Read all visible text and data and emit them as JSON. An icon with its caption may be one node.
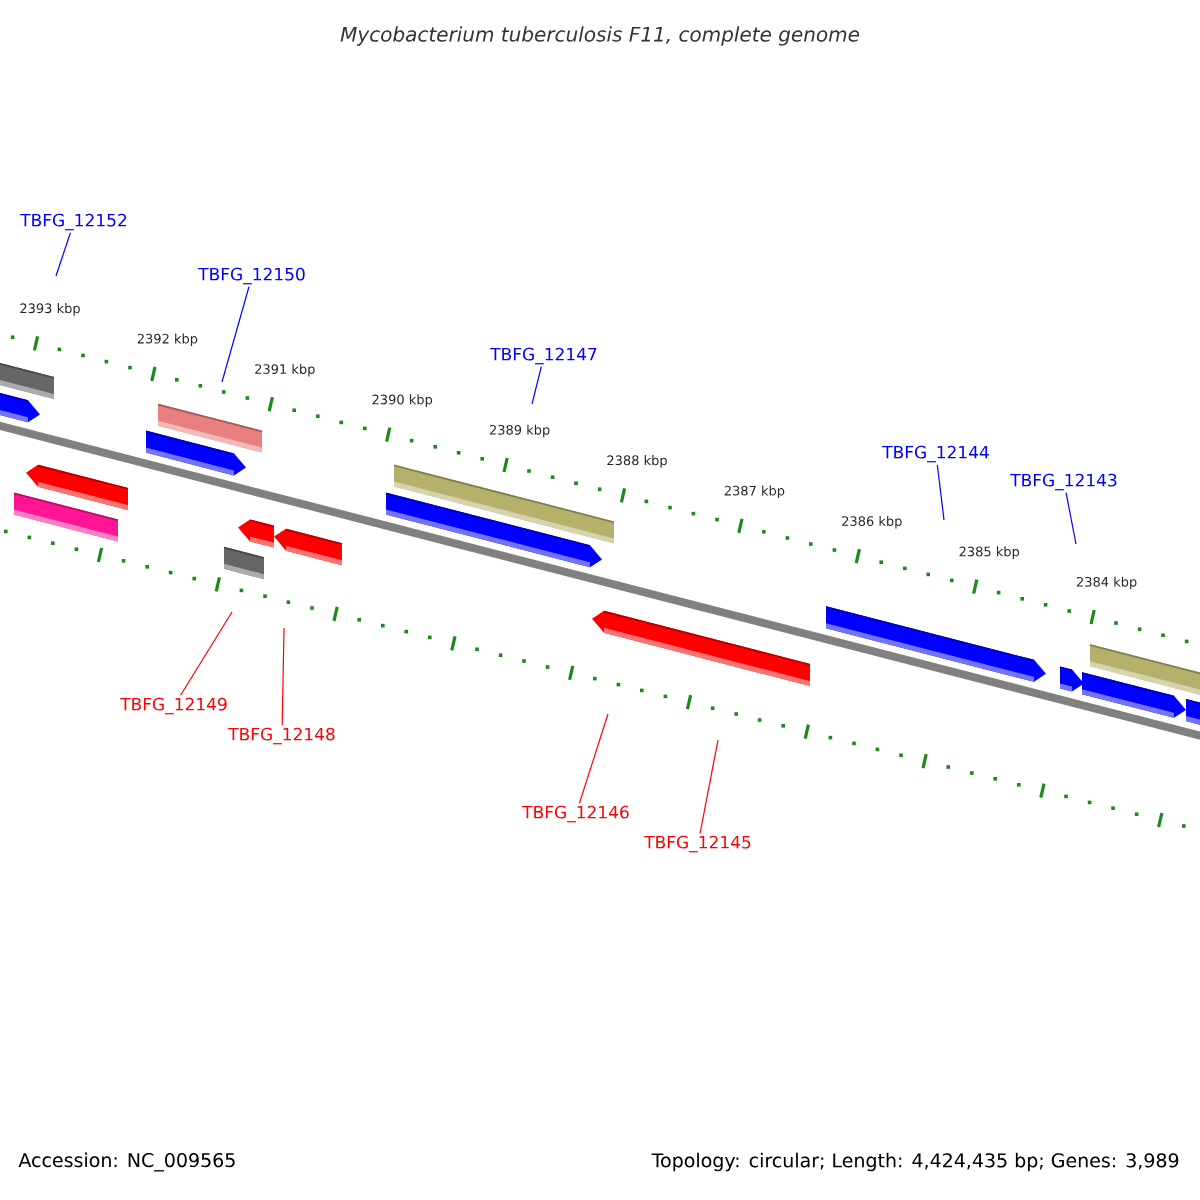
{
  "diagram": {
    "title": "Mycobacterium tuberculosis F11, complete genome",
    "nodes": [
      {
        "text": [
          "TBFG_12152"
        ]
      },
      {
        "text": [
          "TBFG_12150"
        ]
      },
      {
        "text": [
          "TBFG_12147"
        ]
      },
      {
        "text": [
          "TBFG_12144"
        ]
      },
      {
        "text": [
          "TBFG_12143"
        ]
      },
      {
        "text": [
          "TBFG_12149"
        ]
      },
      {
        "text": [
          "TBFG_12148"
        ]
      },
      {
        "text": [
          "TBFG_12146"
        ]
      },
      {
        "text": [
          "TBFG_12145"
        ]
      }
    ],
    "edges": [
      {
        "from": 0,
        "to": null,
        "arrow": "none"
      },
      {
        "from": 1,
        "to": null,
        "arrow": "none"
      },
      {
        "from": 2,
        "to": null,
        "arrow": "none"
      },
      {
        "from": 3,
        "to": null,
        "arrow": "none"
      },
      {
        "from": 4,
        "to": null,
        "arrow": "none"
      },
      {
        "from": 5,
        "to": null,
        "arrow": "none",
        "color": "#ff0000"
      },
      {
        "from": 6,
        "to": null,
        "arrow": "none",
        "color": "#ff0000"
      },
      {
        "from": 7,
        "to": null,
        "arrow": "none",
        "color": "#ff0000"
      },
      {
        "from": 8,
        "to": null,
        "arrow": "none",
        "color": "#ff0000"
      }
    ],
    "labels": [
      "2393 kbp",
      "2392 kbp",
      "2391 kbp",
      "2390 kbp",
      "2389 kbp",
      "2388 kbp",
      "2387 kbp",
      "2386 kbp",
      "2385 kbp",
      "2384 kbp",
      "Accession: NC_009565",
      "Topology: circular; Length: 4,424,435 bp; Genes: 3,989"
    ]
  }
}
